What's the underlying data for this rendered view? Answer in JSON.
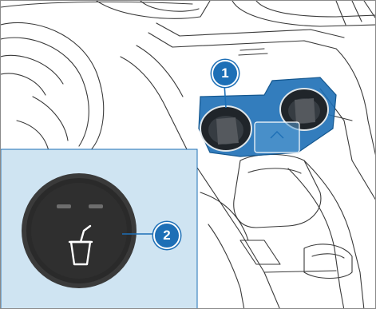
{
  "callouts": {
    "one": "1",
    "two": "2"
  },
  "illustration": {
    "subject": "center-console-cup-holder",
    "inset_button_icon": "drink-cup-with-straw-icon",
    "inset_indicator_lights": 2
  },
  "colors": {
    "highlight_blue": "#1d6fb6",
    "inset_background": "#cfe4f2",
    "line_art": "#3a3a3a",
    "button_dark": "#2f2f2f"
  }
}
